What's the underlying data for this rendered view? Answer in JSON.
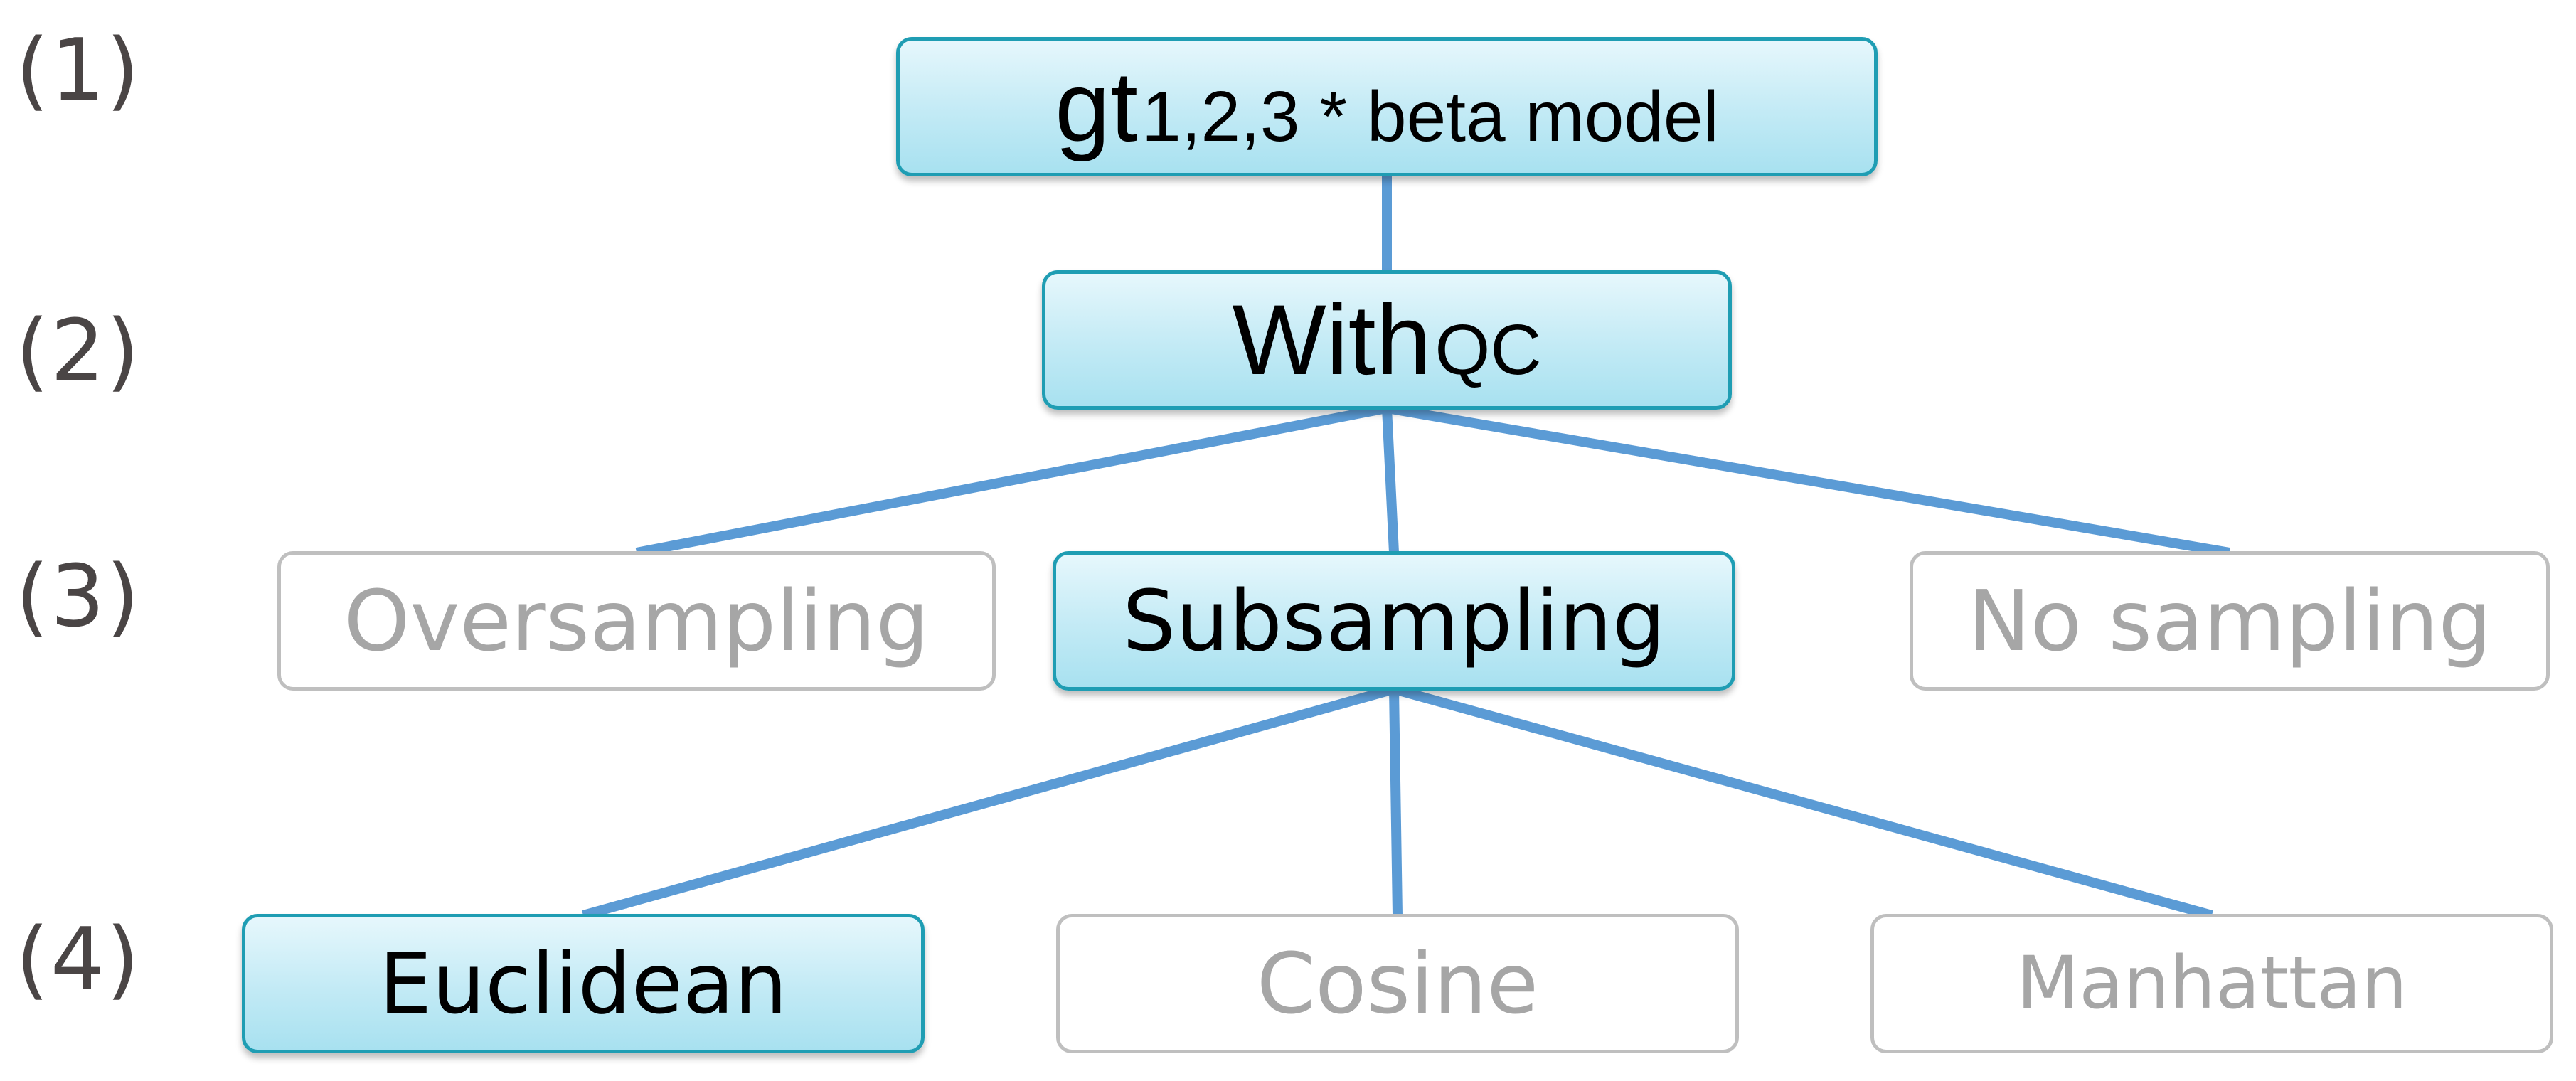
{
  "levels": [
    "(1)",
    "(2)",
    "(3)",
    "(4)"
  ],
  "nodes": {
    "root": {
      "lead": "gt",
      "rest": "1,2,3 * beta model",
      "state": "selected"
    },
    "qc": {
      "lead": "With",
      "rest": "QC",
      "state": "selected"
    },
    "oversampling": {
      "label": "Oversampling",
      "state": "unselected"
    },
    "subsampling": {
      "label": "Subsampling",
      "state": "selected"
    },
    "no_sampling": {
      "label": "No sampling",
      "state": "unselected"
    },
    "euclidean": {
      "label": "Euclidean",
      "state": "selected"
    },
    "cosine": {
      "label": "Cosine",
      "state": "unselected"
    },
    "manhattan": {
      "label": "Manhattan",
      "state": "unselected"
    }
  },
  "edges": [
    [
      "root",
      "qc"
    ],
    [
      "qc",
      "oversampling"
    ],
    [
      "qc",
      "subsampling"
    ],
    [
      "qc",
      "no_sampling"
    ],
    [
      "subsampling",
      "euclidean"
    ],
    [
      "subsampling",
      "cosine"
    ],
    [
      "subsampling",
      "manhattan"
    ]
  ],
  "colors": {
    "connector": "#5b9bd5",
    "selected_fill": "#c2eaf5",
    "selected_border": "#1f9db3",
    "unselected_border": "#bfbfbf",
    "unselected_text": "#a6a6a6",
    "level_text": "#4a4545"
  }
}
